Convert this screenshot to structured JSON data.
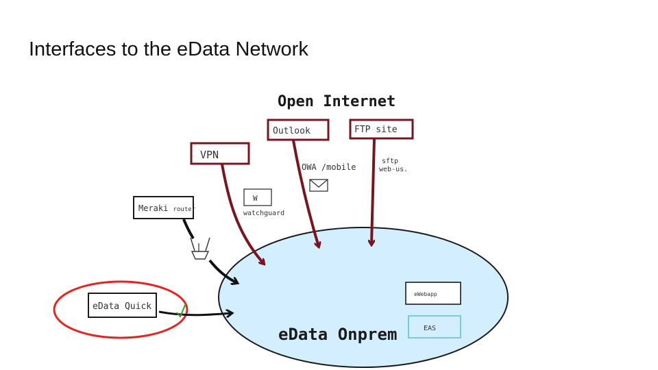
{
  "slide": {
    "title": "Interfaces to the eData Network"
  },
  "diagram": {
    "cloud_label": "Open Internet",
    "sources": {
      "vpn": "VPN",
      "outlook": "Outlook",
      "ftp": "FTP site"
    },
    "annotations": {
      "owa": "OWA /mobile",
      "sftp_line1": "sftp",
      "sftp_line2": "web-us.",
      "watchguard_box": "W",
      "watchguard": "watchguard"
    },
    "meraki": {
      "name": "Meraki",
      "suffix": "router"
    },
    "edata_quick": "eData Quick",
    "onprem_label": "eData Onprem",
    "inner_boxes": {
      "ewebapp": "eWebapp",
      "eas": "EAS"
    },
    "colors": {
      "arrow_red": "#7a1520",
      "ellipse_fill": "#d3efff",
      "highlight_circle": "#e8231f",
      "eas_box": "#5bc3d8",
      "check": "#3a9a2a"
    }
  }
}
